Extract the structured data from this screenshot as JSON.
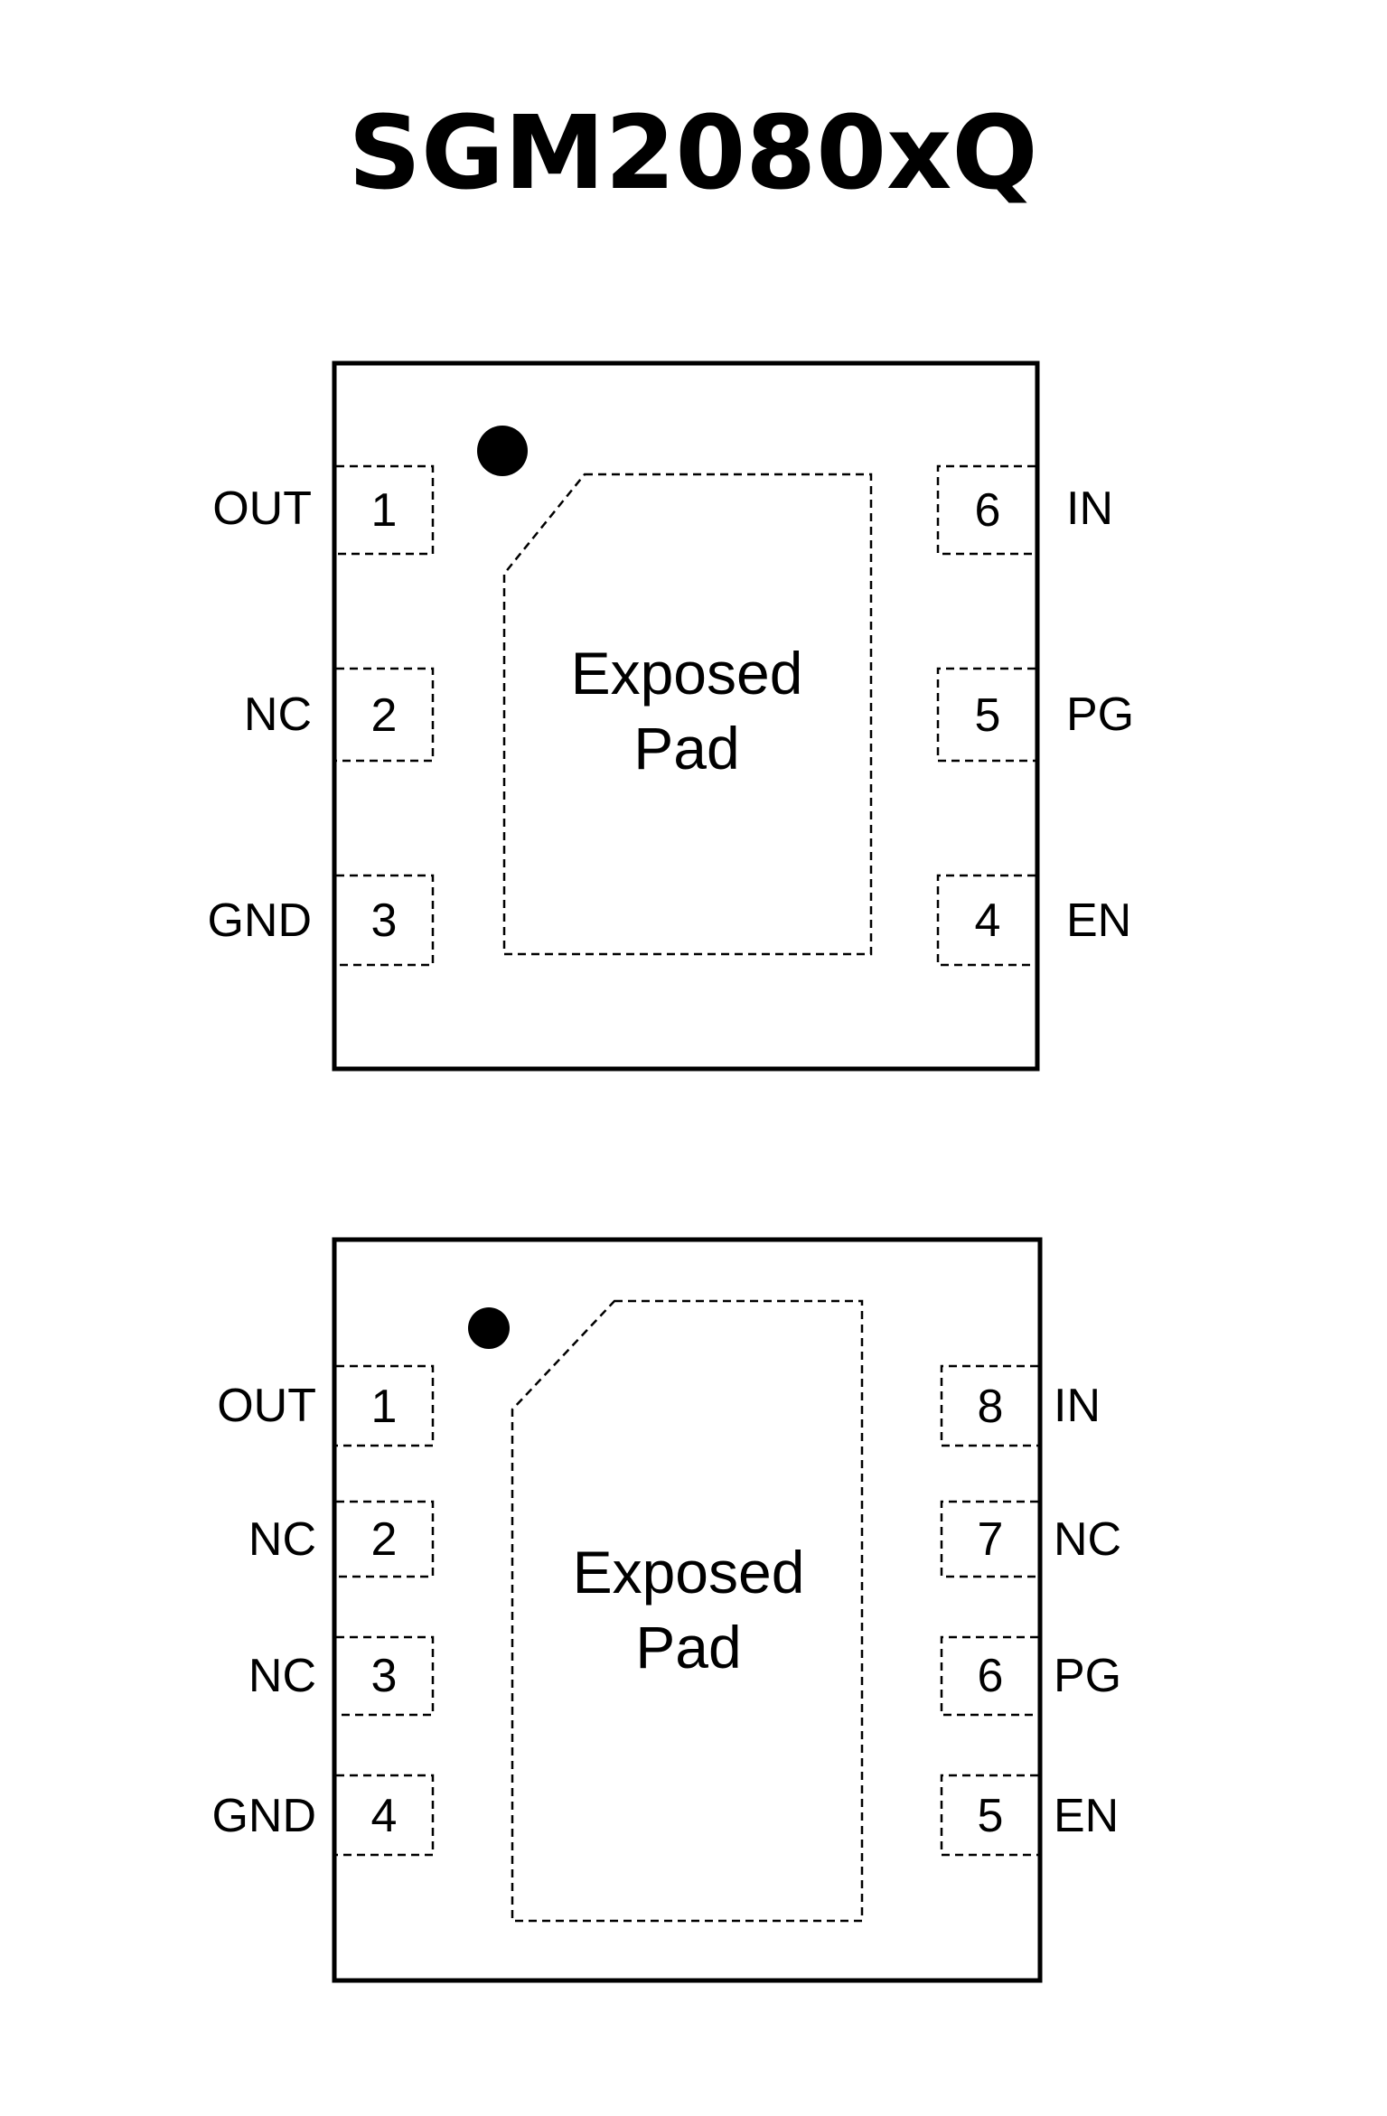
{
  "title": "SGM2080xQ",
  "packages": [
    {
      "exposed_pad_label": [
        "Exposed",
        "Pad"
      ],
      "left_pins": [
        {
          "number": "1",
          "name": "OUT"
        },
        {
          "number": "2",
          "name": "NC"
        },
        {
          "number": "3",
          "name": "GND"
        }
      ],
      "right_pins": [
        {
          "number": "6",
          "name": "IN"
        },
        {
          "number": "5",
          "name": "PG"
        },
        {
          "number": "4",
          "name": "EN"
        }
      ]
    },
    {
      "exposed_pad_label": [
        "Exposed",
        "Pad"
      ],
      "left_pins": [
        {
          "number": "1",
          "name": "OUT"
        },
        {
          "number": "2",
          "name": "NC"
        },
        {
          "number": "3",
          "name": "NC"
        },
        {
          "number": "4",
          "name": "GND"
        }
      ],
      "right_pins": [
        {
          "number": "8",
          "name": "IN"
        },
        {
          "number": "7",
          "name": "NC"
        },
        {
          "number": "6",
          "name": "PG"
        },
        {
          "number": "5",
          "name": "EN"
        }
      ]
    }
  ],
  "colors": {
    "ink": "#000000",
    "background": "#ffffff"
  }
}
